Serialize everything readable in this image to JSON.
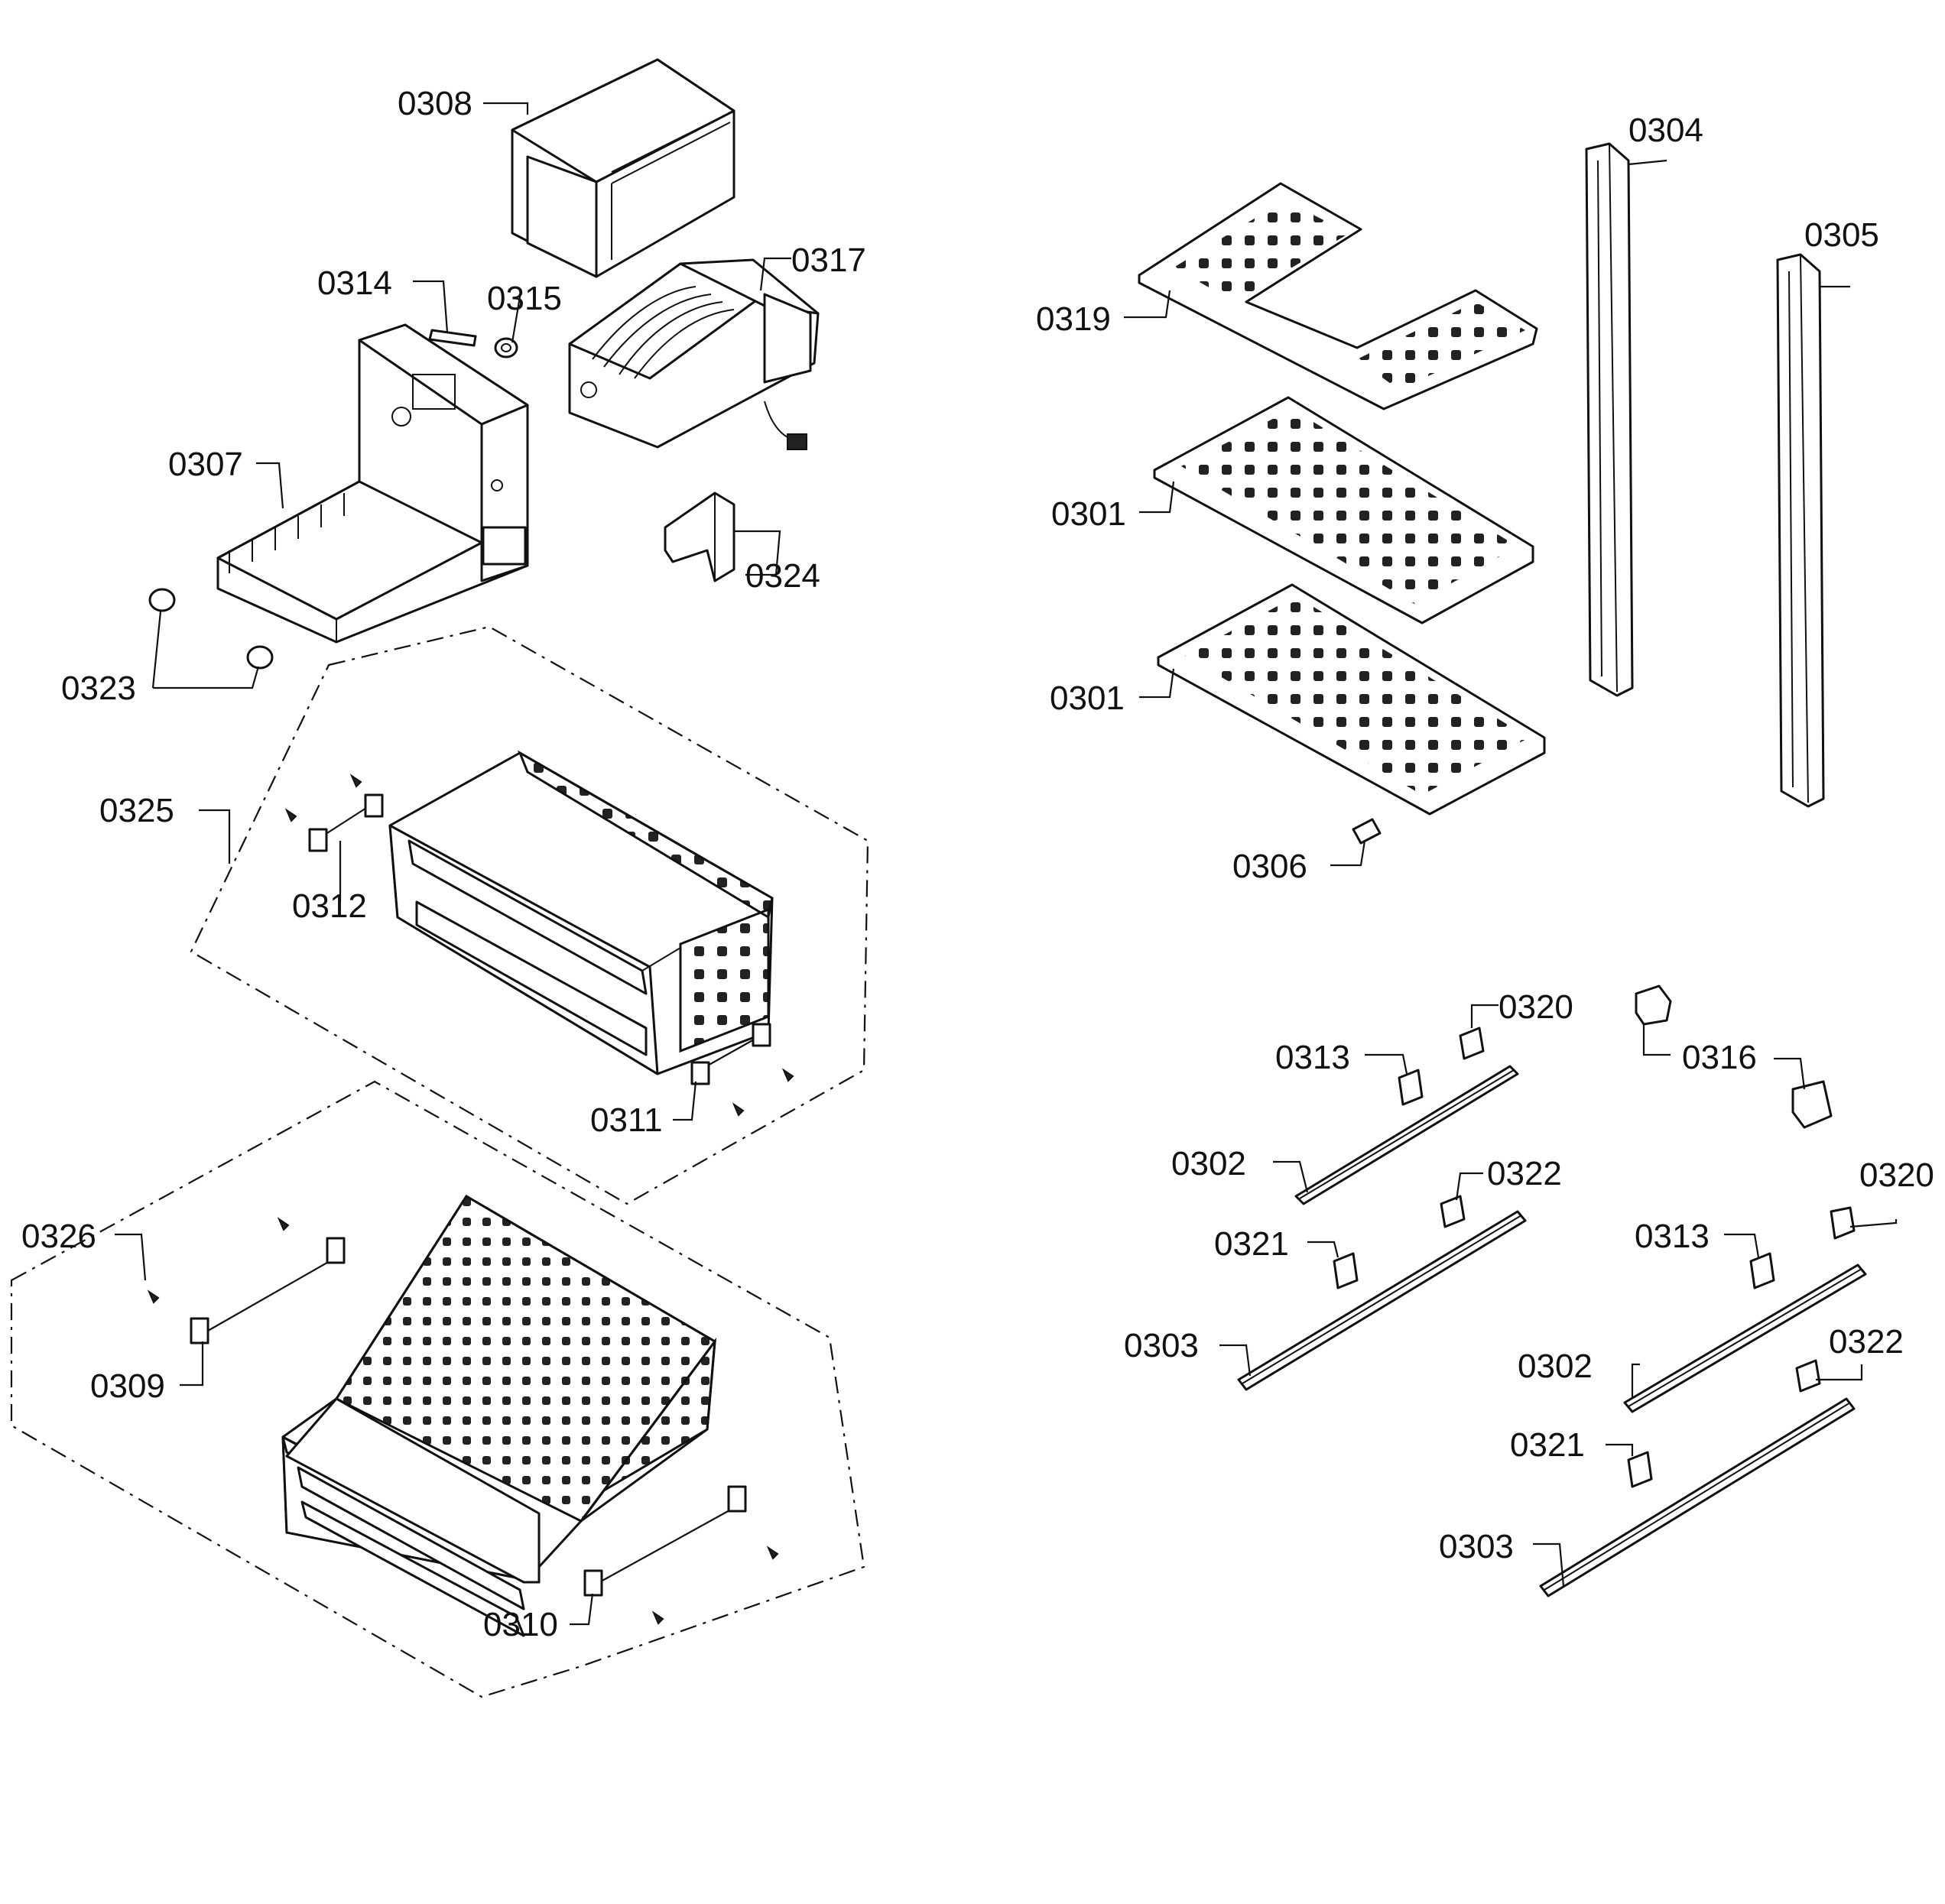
{
  "labels": {
    "p0308": "0308",
    "p0314": "0314",
    "p0315": "0315",
    "p0317": "0317",
    "p0307": "0307",
    "p0324": "0324",
    "p0323": "0323",
    "p0325": "0325",
    "p0312": "0312",
    "p0311": "0311",
    "p0326": "0326",
    "p0309": "0309",
    "p0310": "0310",
    "p0304": "0304",
    "p0305": "0305",
    "p0319": "0319",
    "p0301a": "0301",
    "p0301b": "0301",
    "p0306": "0306",
    "p0320a": "0320",
    "p0313a": "0313",
    "p0316": "0316",
    "p0302a": "0302",
    "p0322a": "0322",
    "p0320b": "0320",
    "p0321a": "0321",
    "p0313b": "0313",
    "p0303a": "0303",
    "p0302b": "0302",
    "p0322b": "0322",
    "p0321b": "0321",
    "p0303b": "0303"
  }
}
